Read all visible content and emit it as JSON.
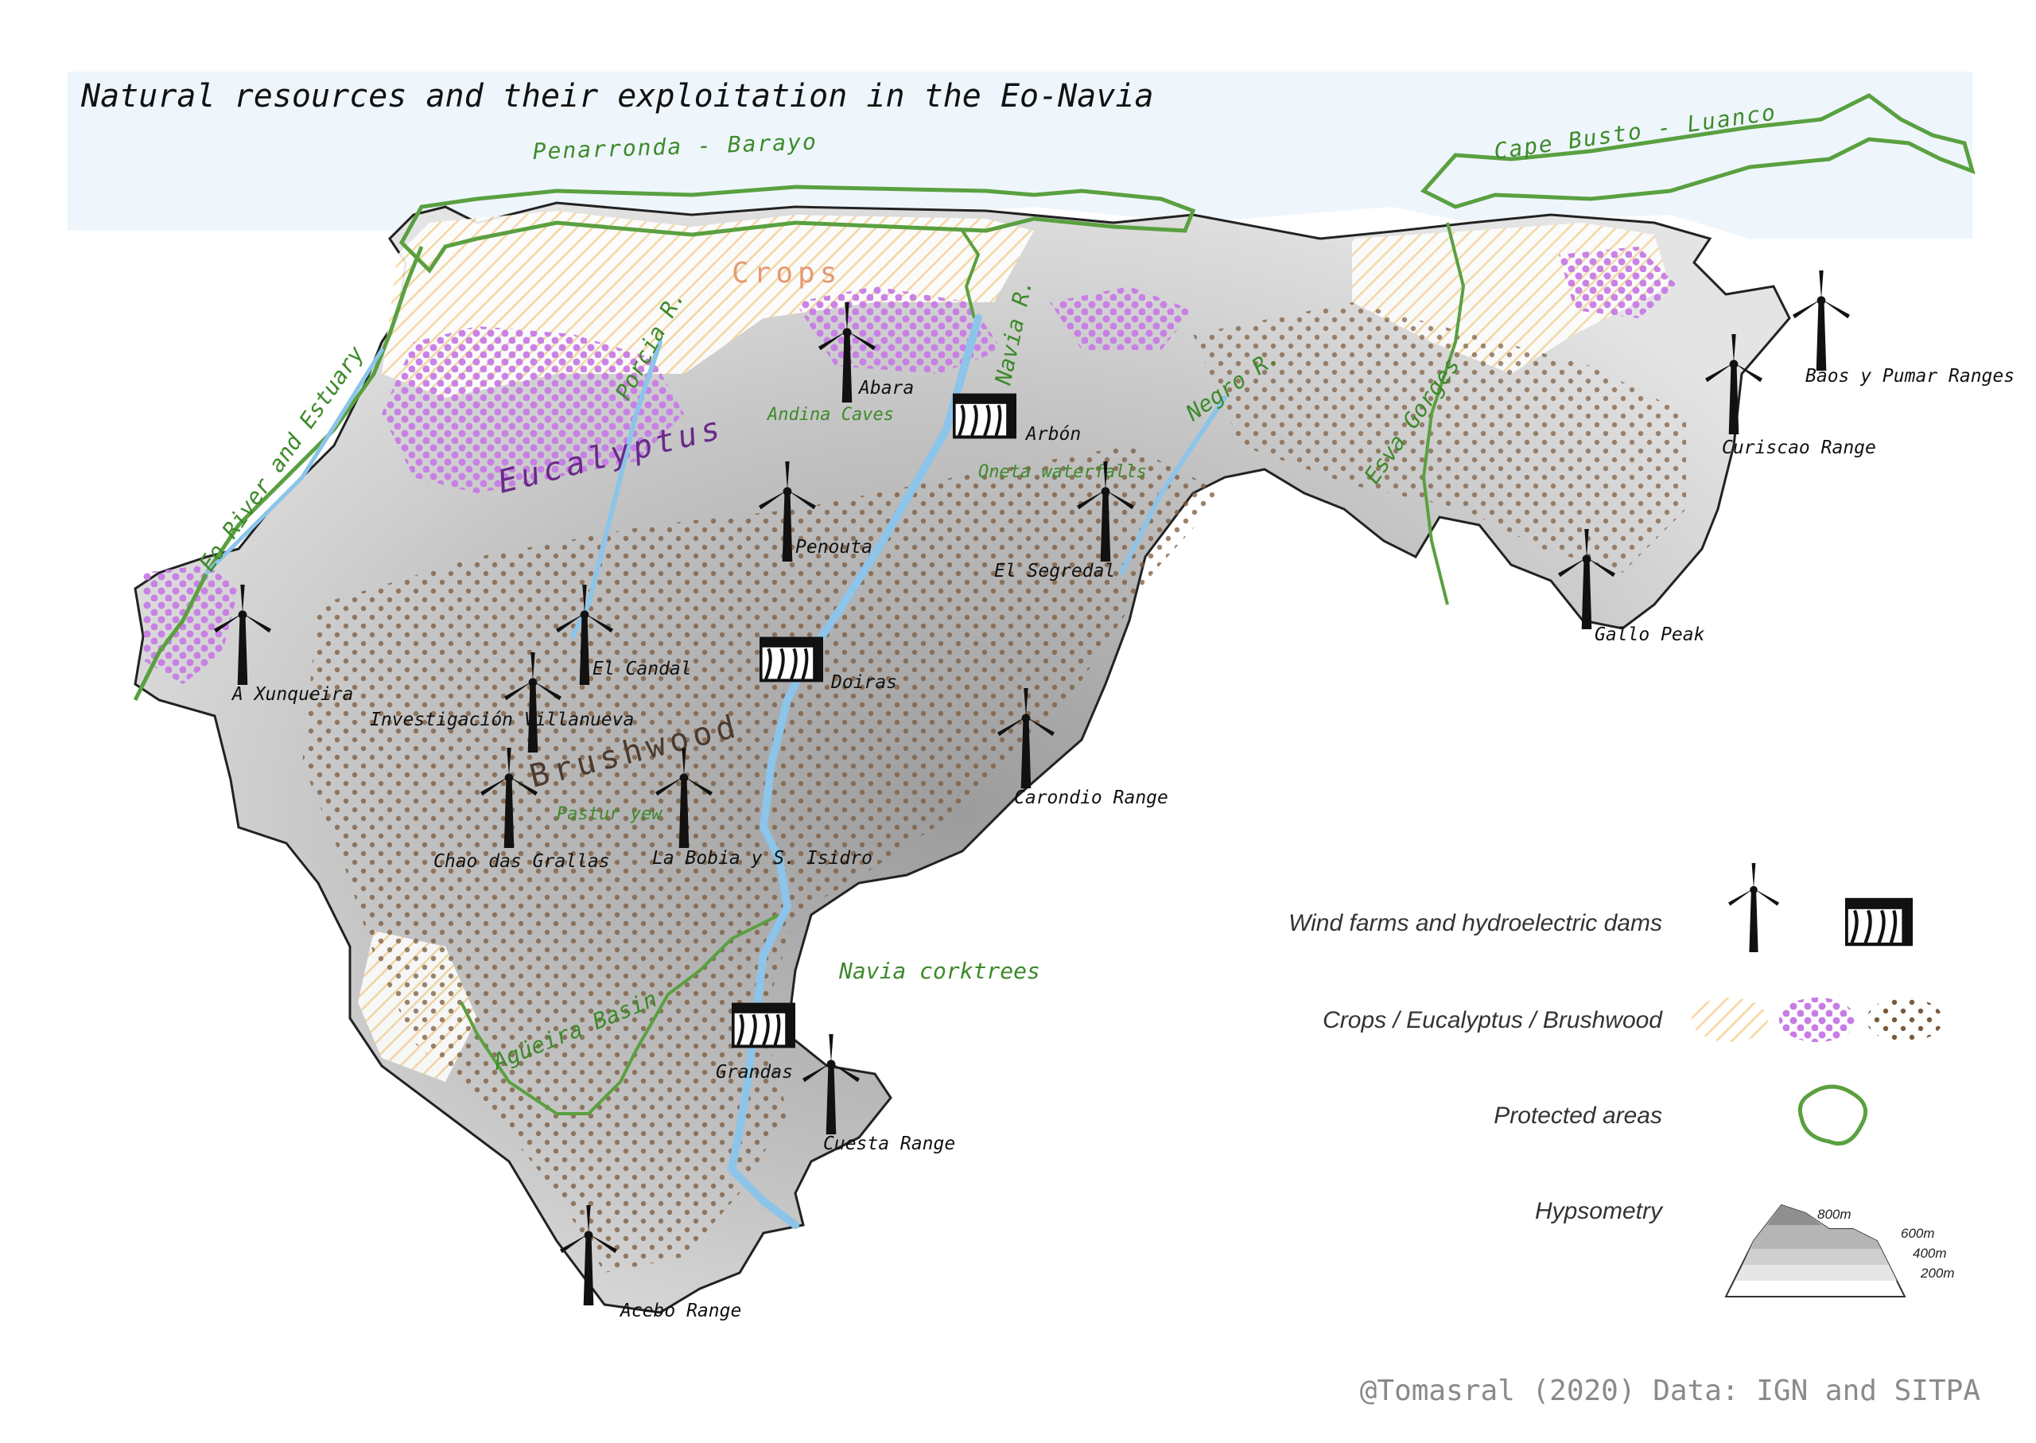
{
  "title": "Natural resources and their exploitation in the Eo-Navia",
  "coastal_protected_areas": [
    "Penarronda - Barayo",
    "Cape Busto - Luanco"
  ],
  "rivers": [
    "Eo River and Estuary",
    "Porcia R.",
    "Navia R.",
    "Negro R.",
    "Esva Gorges"
  ],
  "landuse_labels": {
    "crops": "Crops",
    "eucalyptus": "Eucalyptus",
    "brushwood": "Brushwood"
  },
  "natural_sites": [
    "Andina Caves",
    "Oneta waterfalls",
    "Pastur yew",
    "Navia corktrees",
    "Agüeira Basin"
  ],
  "wind_farms": [
    "Abara",
    "Penouta",
    "El Segredal",
    "Baos y Pumar Ranges",
    "Curiscao Range",
    "Gallo Peak",
    "A Xunqueira",
    "El Candal",
    "Investigación Villanueva",
    "Carondio Range",
    "Chao das Grallas",
    "La Bobia y S. Isidro",
    "Cuesta Range",
    "Acebo Range"
  ],
  "hydroelectric_dams": [
    "Arbón",
    "Doiras",
    "Grandas"
  ],
  "legend": {
    "wind_and_dams": "Wind farms and hydroelectric dams",
    "landuse": "Crops / Eucalyptus / Brushwood",
    "protected": "Protected areas",
    "hypsometry": "Hypsometry",
    "hypsometry_levels": [
      "800m",
      "600m",
      "400m",
      "200m"
    ]
  },
  "colors": {
    "sea": "#eef6fc",
    "protected_outline": "#5aa040",
    "river": "#8cc4ea",
    "crops": "#f5d79a",
    "eucalyptus": "#c77ce6",
    "brushwood": "#7a5a3e"
  },
  "credit": "@Tomasral (2020) Data: IGN and SITPA"
}
